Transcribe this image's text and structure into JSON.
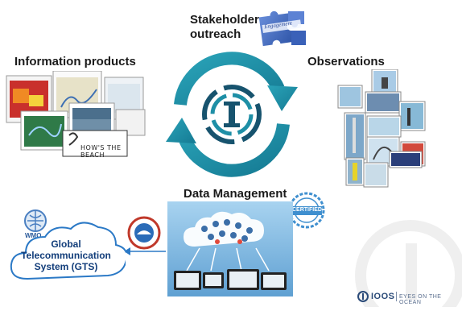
{
  "labels": {
    "stakeholder_line1": "Stakeholder",
    "stakeholder_line2": "outreach",
    "information_products": "Information products",
    "observations": "Observations",
    "data_management": "Data Management",
    "gts_line1": "Global",
    "gts_line2": "Telecommunication",
    "gts_line3": "System (GTS)",
    "wmo": "WMO",
    "certified": "CERTIFIED",
    "hows_the_beach": "HOW'S THE BEACH",
    "puzzle_word": "Engagement",
    "ioos_logo": "IOOS",
    "ioos_tagline": "EYES ON THE OCEAN"
  },
  "colors": {
    "arrow_teal": "#1e8fa6",
    "arrow_dark": "#17536e",
    "cloud_stroke": "#2b79c6",
    "puzzle_blue": "#4a73c9",
    "cert_blue": "#3f8fcf",
    "dm_bg": "#8fc3e8"
  }
}
